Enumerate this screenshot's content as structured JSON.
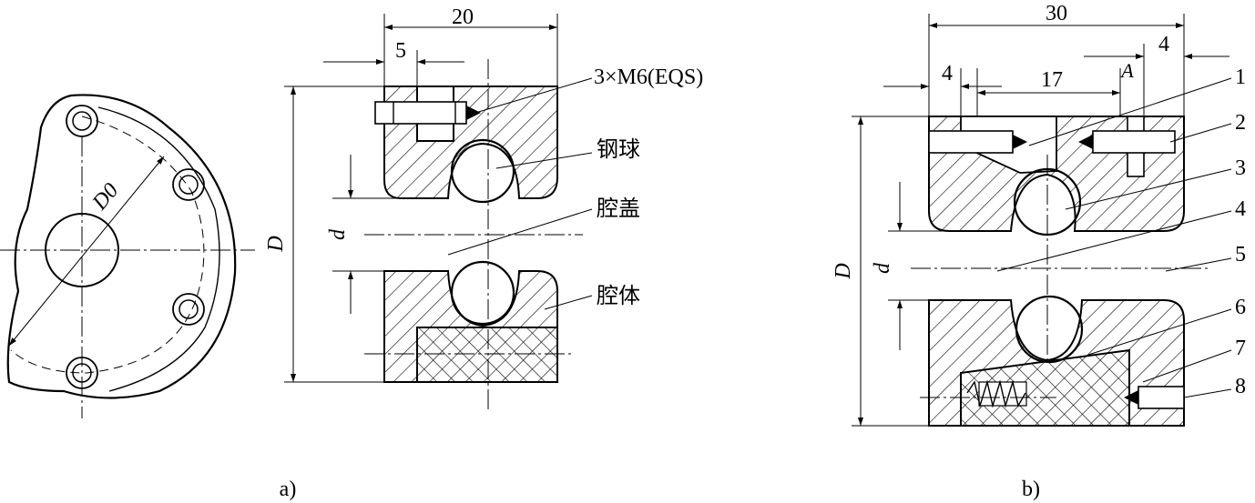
{
  "figure_a": {
    "dims": {
      "width": "20",
      "offset": "5",
      "D": "D",
      "d": "d",
      "D0": "D0",
      "screw": "3×M6(EQS)"
    },
    "labels": {
      "ball": "钢球",
      "cover": "腔盖",
      "body": "腔体"
    },
    "caption": "a)"
  },
  "figure_b": {
    "dims": {
      "width": "30",
      "left4": "4",
      "right4": "4",
      "mid17": "17",
      "A": "A",
      "D": "D",
      "d": "d"
    },
    "callouts": [
      "1",
      "2",
      "3",
      "4",
      "5",
      "6",
      "7",
      "8"
    ],
    "caption": "b)"
  }
}
